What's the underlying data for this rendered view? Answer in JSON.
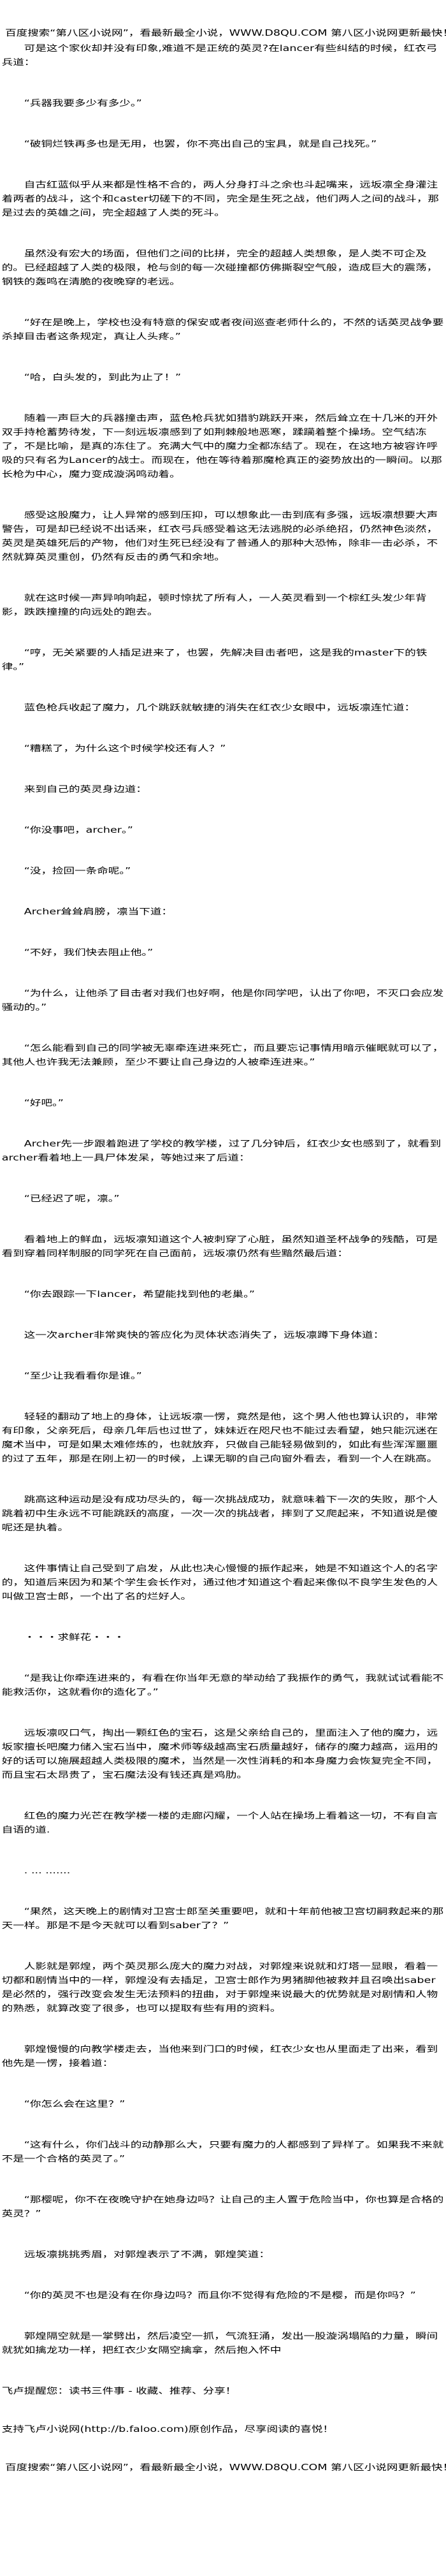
{
  "banner_top": "百度搜索“第八区小说网”，看最新最全小说，WWW.D8QU.COM  第八区小说网更新最快！",
  "paragraphs": [
    "可是这个家伙却并没有印象,难道不是正统的英灵?在lancer有些纠结的时候，红衣弓兵道：",
    "“兵器我要多少有多少。”",
    "“破铜烂铁再多也是无用，也罢，你不亮出自己的宝具，就是自己找死。”",
    "自古红蓝似乎从来都是性格不合的，两人分身打斗之余也斗起嘴来，远坂凛全身灌注着两者的战斗，这个和caster切磋下的不同，完全是生死之战，他们两人之间的战斗，那是过去的英雄之间，完全超越了人类的死斗。",
    "虽然没有宏大的场面，但他们之间的比拼，完全的超越人类想象，是人类不可企及的。已经超越了人类的极限，枪与剑的每一次碰撞都仿佛撕裂空气般，造成巨大的震荡，钢铁的轰鸣在清脆的夜晚穿的老远。",
    "“好在是晚上，学校也没有特意的保安或者夜间巡查老师什么的，不然的话英灵战争要杀掉目击者这条规定，真让人头疼。”",
    "“哈，白头发的，到此为止了！”",
    "随着一声巨大的兵器撞击声，蓝色枪兵犹如猎豹跳跃开来，然后耸立在十几米的开外双手持枪蓄势待发，下一刻远坂凛感到了如荆棘般地恶寒，蹂躏着整个操场。空气结冻了，不是比喻，是真的冻住了。充满大气中的魔力全都冻结了。现在，在这地方被容许呼吸的只有名为Lancer的战士。而现在，他在等待着那魔枪真正的姿势放出的一瞬间。以那长枪为中心，魔力变成漩涡鸣动着。",
    "感受这股魔力，让人异常的感到压抑，可以想象此一击到底有多强，远坂凛想要大声警告，可是却已经说不出话来，红衣弓兵感受着这无法逃脱的必杀绝招，仍然神色淡然，英灵是英雄死后的产物，他们对生死已经没有了普通人的那种大恐怖，除非一击必杀，不然就算英灵重创，仍然有反击的勇气和余地。",
    "就在这时候一声异响响起，顿时惊扰了所有人，一人英灵看到一个棕红头发少年背影，跌跌撞撞的向远处的跑去。",
    "“哼，无关紧要的人插足进来了，也罢，先解决目击者吧，这是我的master下的铁律。”",
    "蓝色枪兵收起了魔力，几个跳跃就敏捷的消失在红衣少女眼中，远坂凛连忙道：",
    "“糟糕了，为什么这个时候学校还有人？”",
    "来到自己的英灵身边道：",
    "“你没事吧，archer。”",
    "“没，捡回一条命呢。”",
    "Archer耸耸肩膀，凛当下道：",
    "“不好，我们快去阻止他。”",
    "“为什么，让他杀了目击者对我们也好啊，他是你同学吧，认出了你吧，不灭口会应发骚动的。”",
    "“怎么能看到自己的同学被无辜牵连进来死亡，而且要忘记事情用暗示催眠就可以了，其他人也许我无法兼顾，至少不要让自己身边的人被牵连进来。”",
    "“好吧。”",
    "Archer先一步跟着跑进了学校的教学楼，过了几分钟后，红衣少女也感到了，就看到archer看着地上一具尸体发呆，等她过来了后道：",
    "“已经迟了呢，凛。”",
    "看着地上的鲜血，远坂凛知道这个人被刺穿了心脏，虽然知道圣杯战争的残酷，可是看到穿着同样制服的同学死在自己面前，远坂凛仍然有些黯然最后道：",
    "“你去跟踪一下lancer，希望能找到他的老巢。”",
    "这一次archer非常爽快的答应化为灵体状态消失了，远坂凛蹲下身体道：",
    "“至少让我看看你是谁。”",
    "轻轻的翻动了地上的身体，让远坂凛一愣，竟然是他，这个男人他也算认识的，非常有印象，父亲死后，母亲几年后也过世了，妹妹近在咫尺也不能过去看望，她只能沉迷在魔术当中，可是如果太难修炼的，也就放弃，只做自己能轻易做到的，如此有些浑浑噩噩的过了五年，那是在刚上初一的时候，上课无聊的自己向窗外看去，看到一个人在跳高。",
    "跳高这种运动是没有成功尽头的，每一次挑战成功，就意味着下一次的失败，那个人跳着初中生永远不可能跳跃的高度，一次一次的挑战者，摔到了又爬起来，不知道说是傻呢还是执着。",
    "这件事情让自己受到了启发，从此也决心慢慢的振作起来，她是不知道这个人的名字的，知道后来因为和某个学生会长作对，通过他才知道这个看起来像似不良学生发色的人叫做卫宫士郎，一个出了名的烂好人。",
    "・・・求鲜花・・・",
    "“是我让你牵连进来的，有看在你当年无意的举动给了我振作的勇气，我就试试看能不能救活你，这就看你的造化了。”",
    "远坂凛叹口气，掏出一颗红色的宝石，这是父亲给自己的，里面注入了他的魔力，远坂家擅长吧魔力储入宝石当中，魔术师等级越高宝石质量越好，储存的魔力越高，运用的好的话可以施展超越人类极限的魔术，当然是一次性消耗的和本身魔力会恢复完全不同，而且宝石太昂贵了，宝石魔法没有钱还真是鸡肋。",
    "红色的魔力光芒在教学楼一楼的走廊闪耀，一个人站在操场上看着这一切，不有自言自语的道.",
    ". ... .......",
    "“果然，这天晚上的剧情对卫宫士郎至关重要吧，就和十年前他被卫宫切嗣救起来的那天一样。那是不是今天就可以看到saber了？”",
    "人影就是郭煌，两个英灵那么庞大的魔力对战，对郭煌来说就和灯塔一显眼，看着一切都和剧情当中的一样，郭煌没有去插足，卫宫士郎作为男猪脚他被救并且召唤出saber是必然的，强行改变会发生无法预料的扭曲，对于郭煌来说最大的优势就是对剧情和人物的熟悉，就算改变了很多，也可以提取有些有用的资料。",
    "郭煌慢慢的向教学楼走去，当他来到门口的时候，红衣少女也从里面走了出来，看到他先是一愣，接着道：",
    "“你怎么会在这里？”",
    "“这有什么，你们战斗的动静那么大，只要有魔力的人都感到了异样了。如果我不来就不是一个合格的英灵了。”",
    "“那樱呢，你不在夜晚守护在她身边吗？让自己的主人置于危险当中，你也算是合格的英灵？”",
    "远坂凛挑挑秀眉，对郭煌表示了不满，郭煌笑道：",
    "“你的英灵不也是没有在你身边吗？而且你不觉得有危险的不是樱，而是你吗？”",
    "郭煌隔空就是一掌劈出，然后凌空一抓，气流狂涌，发出一股漩涡塌陷的力量，瞬间就犹如擒龙功一样，把红衣少女隔空擒拿，然后抱入怀中"
  ],
  "footer": {
    "reminder": "飞卢提醒您：读书三件事 - 收藏、推荐、分享！",
    "support": "支持飞卢小说网(http://b.faloo.com)原创作品，尽享阅读的喜悦！",
    "banner_bottom": "百度搜索“第八区小说网”，看最新最全小说，WWW.D8QU.COM  第八区小说网更新最快！"
  }
}
